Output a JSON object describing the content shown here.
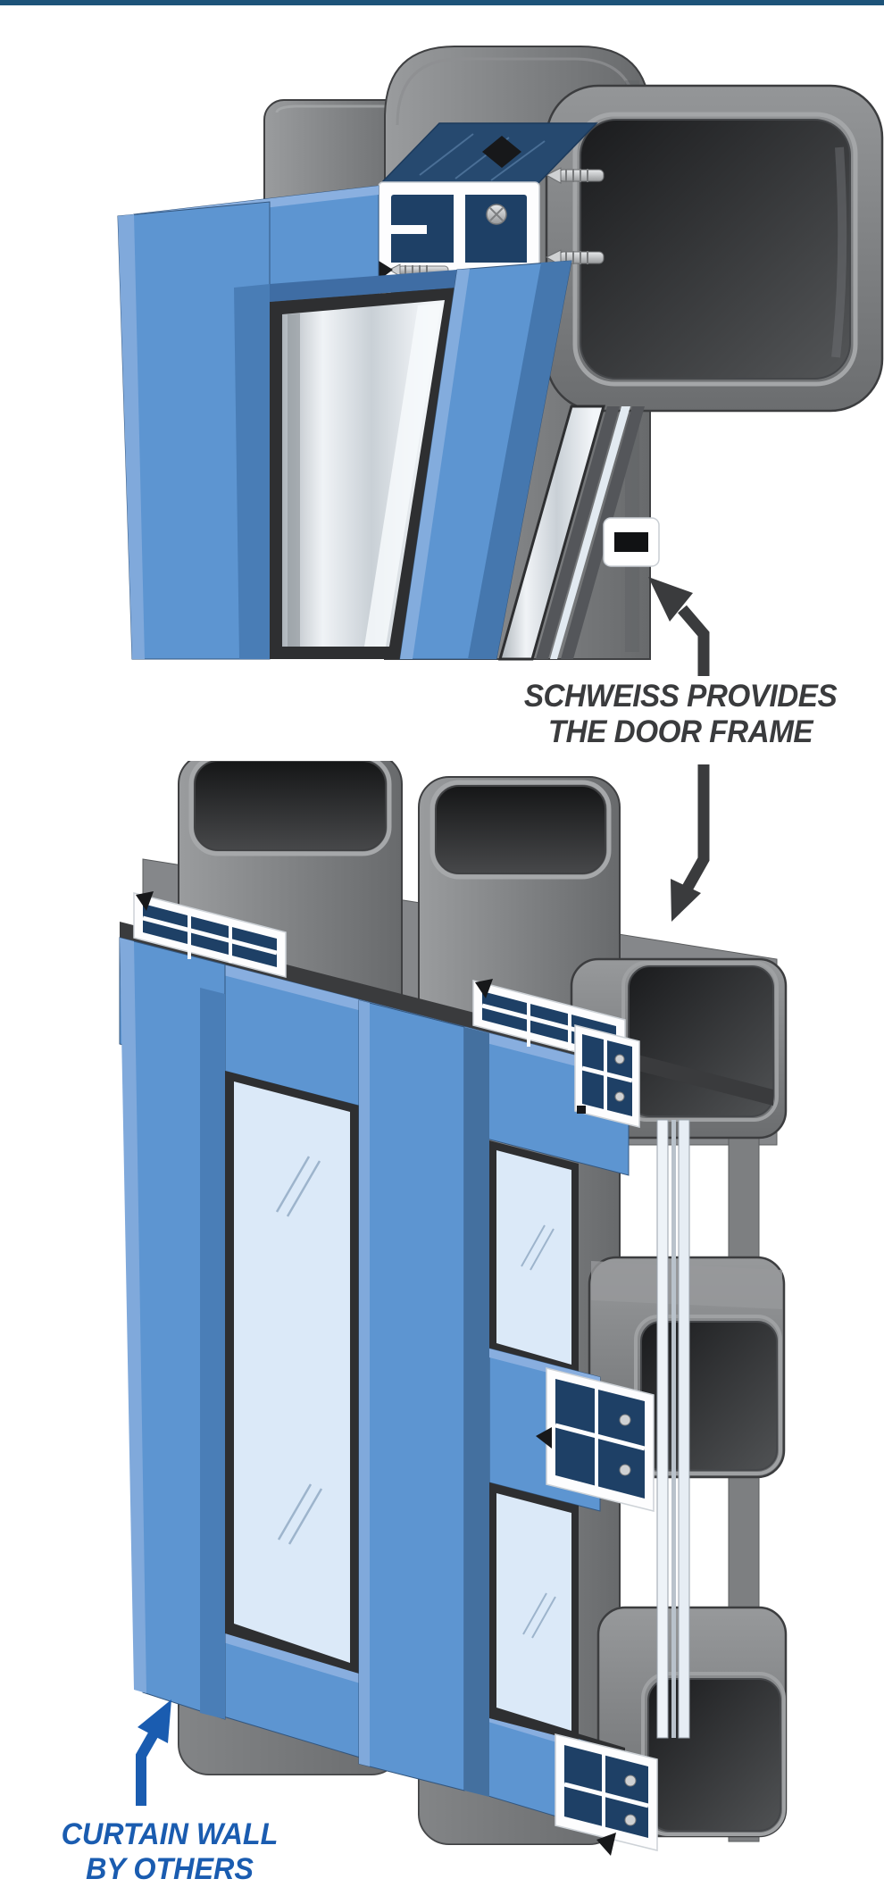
{
  "top_bar": {
    "color": "#1d5379"
  },
  "annotations": {
    "door_frame_label": {
      "line1": "SCHWEISS PROVIDES",
      "line2": "THE DOOR FRAME",
      "color": "#3a3b3d"
    },
    "curtain_wall_label": {
      "line1": "CURTAIN WALL",
      "line2": "BY OTHERS",
      "color": "#1a5cb0"
    }
  },
  "icons": [
    {
      "name": "arrow-up-to-door-frame",
      "shape": "bent-arrow-up-left",
      "color": "#3a3b3d"
    },
    {
      "name": "arrow-down-to-door-frame",
      "shape": "bent-arrow-down-left",
      "color": "#3a3b3d"
    },
    {
      "name": "arrow-to-curtain-wall",
      "shape": "bent-arrow-up-right",
      "color": "#1a5cb0"
    }
  ],
  "colors": {
    "frame_blue": "#5d95d1",
    "frame_blue_light": "#88aedf",
    "frame_blue_dark": "#44709f",
    "profile_navy": "#1e4066",
    "cut_face_white": "#fdfdfe",
    "glass_light": "#dbe9f8",
    "panel_silver": "#e8ecef",
    "steel_gray": "#87898b",
    "steel_gray_dark": "#6a6c6e",
    "tube_opening_dark": "#1e1f21",
    "gasket_dark": "#2e2f31",
    "outline": "#3c3d3f",
    "background": "#ffffff"
  }
}
